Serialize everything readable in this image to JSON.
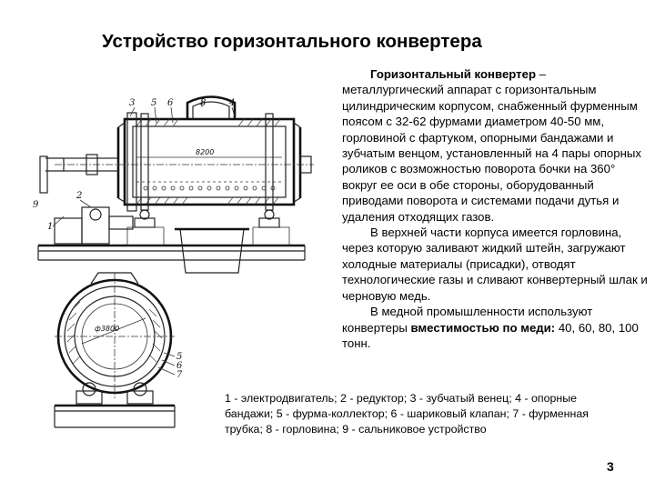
{
  "title": "Устройство горизонтального конвертера",
  "description": {
    "term": "Горизонтальный конвертер",
    "p1_rest": " – металлургический аппарат с горизонтальным цилиндрическим корпусом, снабженный фурменным поясом с 32-62 фурмами диаметром 40-50 мм, горловиной с фартуком, опорными бандажами и зубчатым венцом, установленный на 4 пары опорных роликов с возможностью поворота бочки на 360° вокруг ее оси в обе стороны, оборудованный приводами поворота и системами подачи дутья и удаления отходящих газов.",
    "p2": "В верхней части корпуса имеется горловина, через которую заливают жидкий штейн, загружают холодные материалы (присадки), отводят технологические газы и сливают конвертерный шлак и черновую медь.",
    "p3_start": "В медной промышленности используют конвертеры ",
    "p3_bold": "вместимостью по меди:",
    "p3_end": " 40, 60, 80, 100 тонн."
  },
  "legend": "1 - электродвигатель; 2 - редуктор; 3 - зубчатый венец; 4 - опорные бандажи; 5 - фурма-коллектор; 6 - шариковый клапан; 7 - фурменная трубка; 8 - горловина; 9 - сальниковое устройство",
  "page_number": "3",
  "drawing": {
    "side_labels": [
      "3",
      "5",
      "6",
      "8",
      "4",
      "9",
      "2",
      "1"
    ],
    "side_dimension": "8200",
    "end_labels": [
      "5",
      "6",
      "7"
    ],
    "end_dimension": "ф3800"
  }
}
